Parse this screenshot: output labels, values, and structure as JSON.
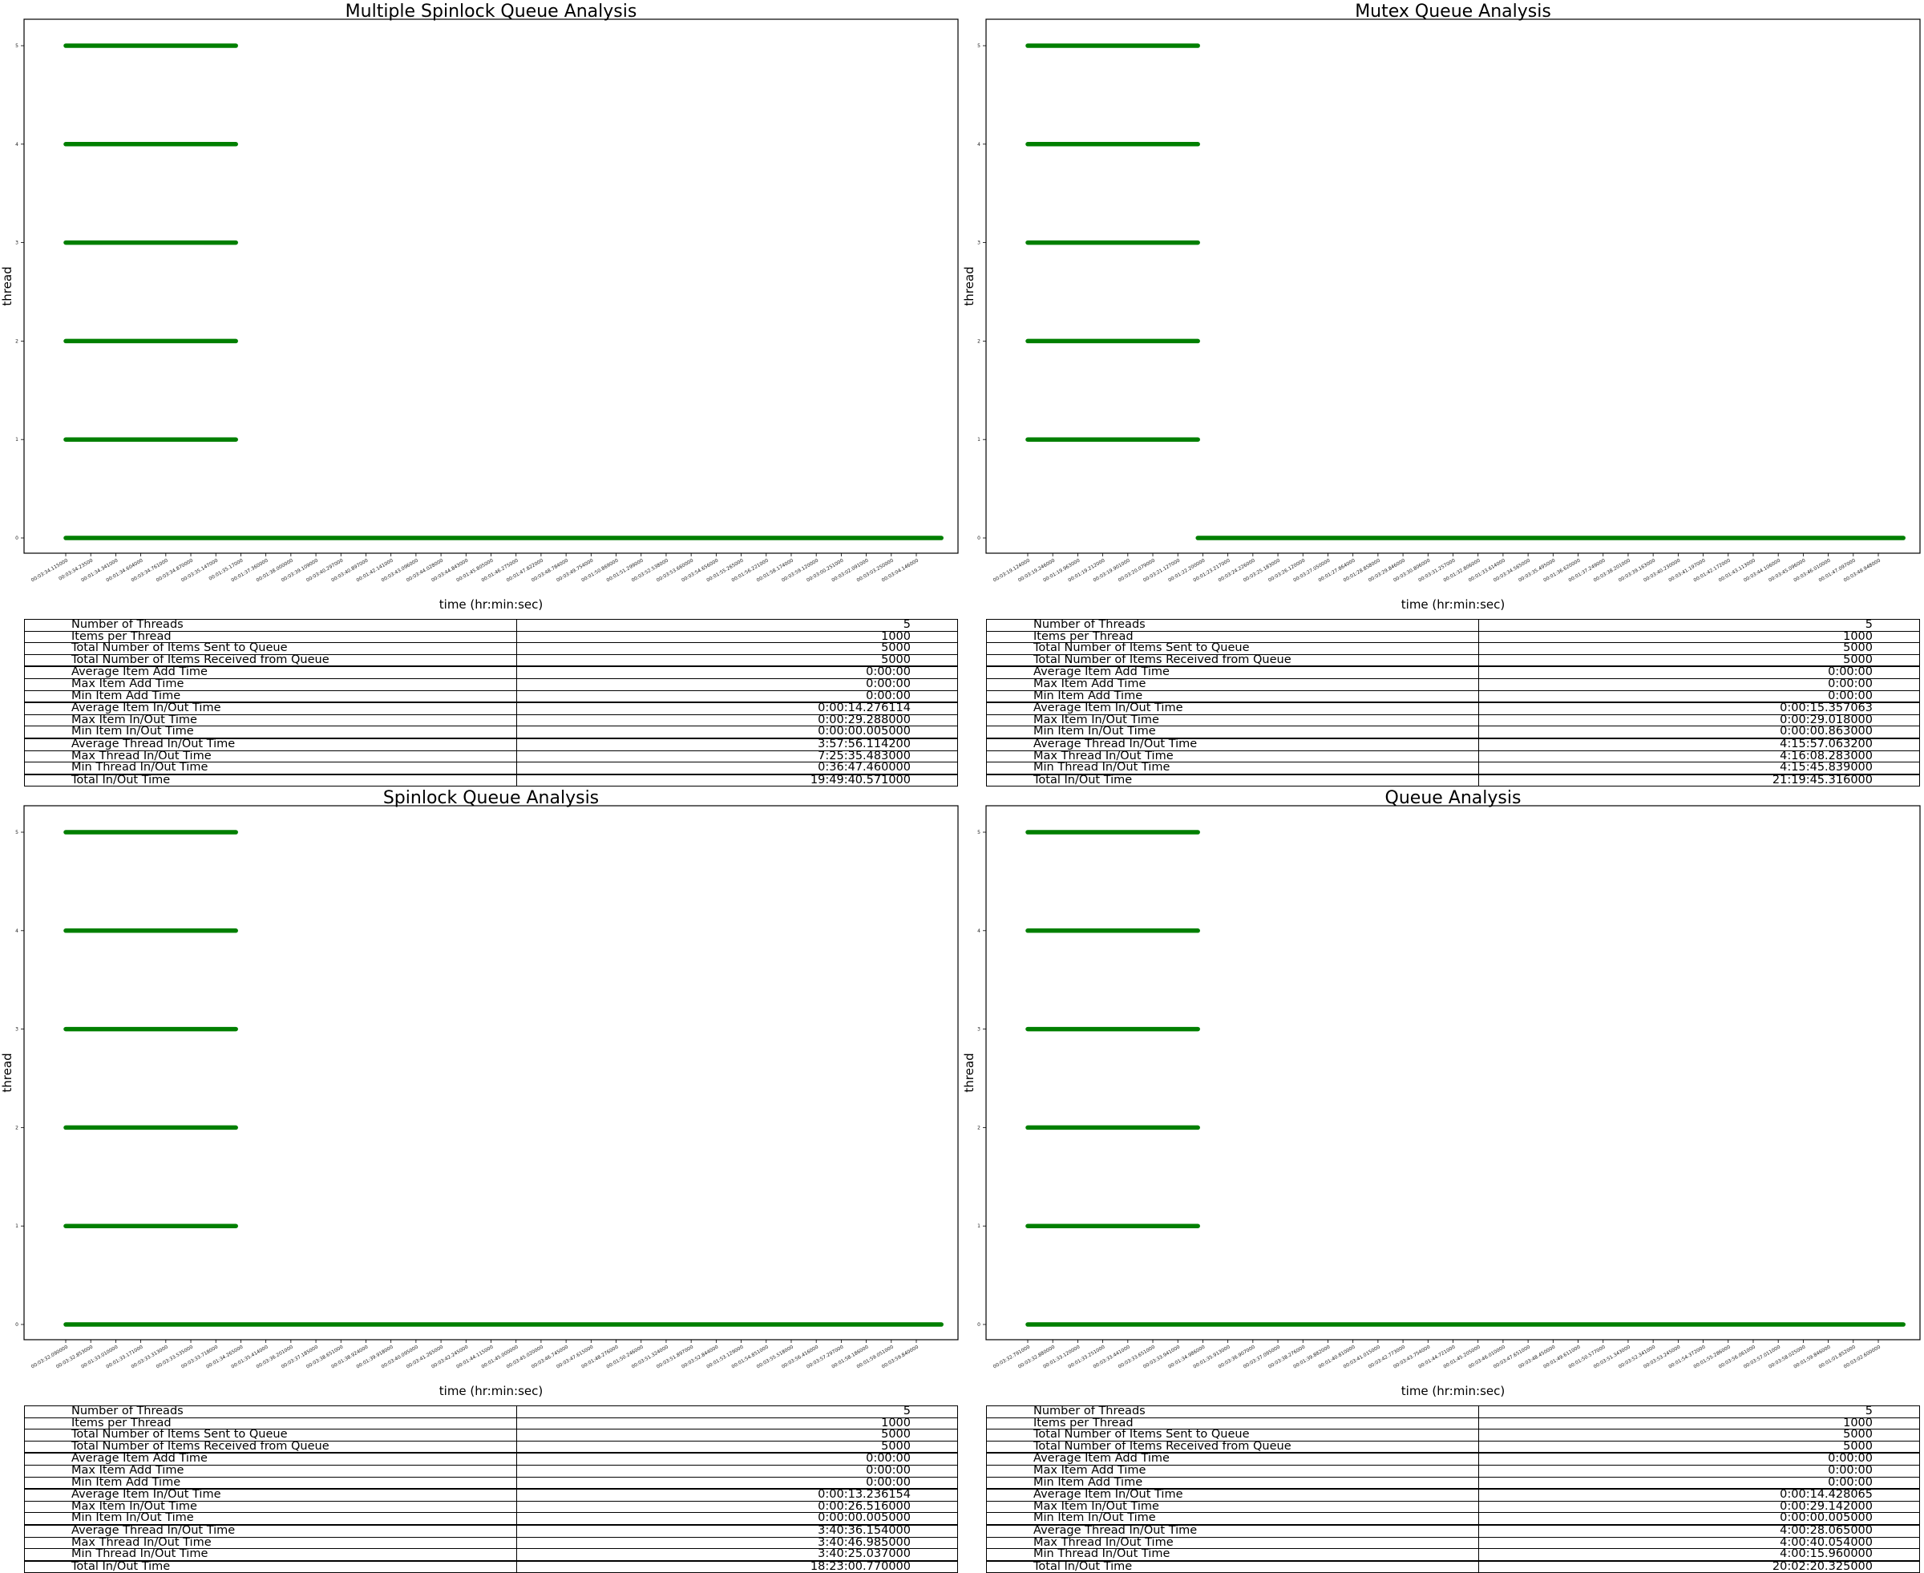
{
  "colors": {
    "series": "#007f00",
    "axis": "#000000",
    "background": "#ffffff"
  },
  "chart_data": [
    {
      "type": "line",
      "title": "Multiple Spinlock Queue Analysis",
      "xlabel": "time (hr:min:sec)",
      "ylabel": "thread",
      "x_ticks": [
        "00:03:34.115000",
        "00:03:34.23500",
        "00:01:34.341000",
        "00:01:34.604000",
        "00:03:34.761000",
        "00:03:34.870000",
        "00:03:35.147000",
        "00:01:35.17000",
        "00:01:37.360000",
        "00:01:38.000000",
        "00:03:39.109000",
        "00:03:40.297000",
        "00:03:40.897000",
        "00:01:42.141000",
        "00:03:43.096000",
        "00:03:44.028000",
        "00:03:44.843000",
        "00:01:45.805000",
        "00:01:46.275000",
        "00:01:47.822000",
        "00:03:48.784000",
        "00:03:49.754000",
        "00:01:50.869000",
        "00:01:51.299000",
        "00:03:52.538000",
        "00:03:53.660000",
        "00:03:54.656000",
        "00:01:55.265000",
        "00:01:56.221000",
        "00:01:58.174000",
        "00:03:59.120000",
        "00:03:00.251000",
        "00:03:02.091000",
        "00:03:03.250000",
        "00:03:04.146000"
      ],
      "y_ticks": [
        "0",
        "1",
        "2",
        "3",
        "4",
        "5"
      ],
      "ylim": [
        0,
        5
      ],
      "series": [
        {
          "thread": 5,
          "x_start": 0.0,
          "x_end": 6.8
        },
        {
          "thread": 4,
          "x_start": 0.0,
          "x_end": 6.8
        },
        {
          "thread": 3,
          "x_start": 0.0,
          "x_end": 6.8
        },
        {
          "thread": 2,
          "x_start": 0.0,
          "x_end": 6.8
        },
        {
          "thread": 1,
          "x_start": 0.0,
          "x_end": 6.8
        },
        {
          "thread": 0,
          "x_start": 0.0,
          "x_end": 35.0
        }
      ],
      "table": [
        [
          "Number of Threads",
          "5"
        ],
        [
          "Items per Thread",
          "1000"
        ],
        [
          "Total Number of Items Sent to Queue",
          "5000"
        ],
        [
          "Total Number of Items Received from Queue",
          "5000"
        ],
        [
          "Average Item Add Time",
          "0:00:00"
        ],
        [
          "Max Item Add Time",
          "0:00:00"
        ],
        [
          "Min Item Add Time",
          "0:00:00"
        ],
        [
          "Average Item In/Out Time",
          "0:00:14.276114"
        ],
        [
          "Max Item In/Out Time",
          "0:00:29.288000"
        ],
        [
          "Min Item In/Out Time",
          "0:00:00.005000"
        ],
        [
          "Average Thread In/Out Time",
          "3:57:56.114200"
        ],
        [
          "Max Thread In/Out Time",
          "7:25:35.483000"
        ],
        [
          "Min Thread In/Out Time",
          "0:36:47.460000"
        ],
        [
          "Total In/Out Time",
          "19:49:40.571000"
        ]
      ]
    },
    {
      "type": "line",
      "title": "Mutex Queue Analysis",
      "xlabel": "time (hr:min:sec)",
      "ylabel": "thread",
      "x_ticks": [
        "00:03:19.124000",
        "00:03:19.246000",
        "00:01:19.963000",
        "00:01:19.212000",
        "00:03:19.901000",
        "00:03:20.079000",
        "00:03:21.127000",
        "00:01:22.200000",
        "00:01:23.217000",
        "00:03:24.226000",
        "00:03:25.183000",
        "00:03:26.120000",
        "00:03:27.050000",
        "00:01:27.864000",
        "00:01:28.858000",
        "00:03:29.846000",
        "00:03:30.806000",
        "00:03:31.257000",
        "00:01:32.806000",
        "00:01:33.614000",
        "00:03:34.565000",
        "00:03:35.495000",
        "00:01:36.620000",
        "00:01:37.249000",
        "00:03:38.201000",
        "00:03:39.163000",
        "00:03:40.230000",
        "00:03:41.197000",
        "00:01:42.172000",
        "00:01:43.113000",
        "00:03:44.106000",
        "00:03:45.096000",
        "00:03:46.010000",
        "00:01:47.097000",
        "00:03:48.948000"
      ],
      "y_ticks": [
        "0",
        "1",
        "2",
        "3",
        "4",
        "5"
      ],
      "ylim": [
        0,
        5
      ],
      "series": [
        {
          "thread": 5,
          "x_start": 0.0,
          "x_end": 6.8
        },
        {
          "thread": 4,
          "x_start": 0.0,
          "x_end": 6.8
        },
        {
          "thread": 3,
          "x_start": 0.0,
          "x_end": 6.8
        },
        {
          "thread": 2,
          "x_start": 0.0,
          "x_end": 6.8
        },
        {
          "thread": 1,
          "x_start": 0.0,
          "x_end": 6.8
        },
        {
          "thread": 0,
          "x_start": 6.8,
          "x_end": 35.0
        }
      ],
      "table": [
        [
          "Number of Threads",
          "5"
        ],
        [
          "Items per Thread",
          "1000"
        ],
        [
          "Total Number of Items Sent to Queue",
          "5000"
        ],
        [
          "Total Number of Items Received from Queue",
          "5000"
        ],
        [
          "Average Item Add Time",
          "0:00:00"
        ],
        [
          "Max Item Add Time",
          "0:00:00"
        ],
        [
          "Min Item Add Time",
          "0:00:00"
        ],
        [
          "Average Item In/Out Time",
          "0:00:15.357063"
        ],
        [
          "Max Item In/Out Time",
          "0:00:29.018000"
        ],
        [
          "Min Item In/Out Time",
          "0:00:00.863000"
        ],
        [
          "Average Thread In/Out Time",
          "4:15:57.063200"
        ],
        [
          "Max Thread In/Out Time",
          "4:16:08.283000"
        ],
        [
          "Min Thread In/Out Time",
          "4:15:45.839000"
        ],
        [
          "Total In/Out Time",
          "21:19:45.316000"
        ]
      ]
    },
    {
      "type": "line",
      "title": "Spinlock Queue Analysis",
      "xlabel": "time (hr:min:sec)",
      "ylabel": "thread",
      "x_ticks": [
        "00:03:32.090000",
        "00:03:32.853000",
        "00:01:33.010000",
        "00:01:33.171000",
        "00:03:33.313000",
        "00:03:33.535000",
        "00:03:33.718000",
        "00:01:34.265000",
        "00:01:35.414000",
        "00:03:36.201000",
        "00:03:37.185000",
        "00:03:38.651000",
        "00:01:38.924000",
        "00:01:39.918000",
        "00:03:40.095000",
        "00:03:41.265000",
        "00:03:42.245000",
        "00:01:44.115000",
        "00:01:45.000000",
        "00:03:45.020000",
        "00:03:46.745000",
        "00:03:47.615000",
        "00:01:48.276000",
        "00:01:50.246000",
        "00:03:51.324000",
        "00:03:51.897000",
        "00:03:52.844000",
        "00:01:53.129000",
        "00:01:54.851000",
        "00:03:55.518000",
        "00:03:56.416000",
        "00:03:57.297000",
        "00:01:58.186000",
        "00:01:59.051000",
        "00:03:59.840000"
      ],
      "y_ticks": [
        "0",
        "1",
        "2",
        "3",
        "4",
        "5"
      ],
      "ylim": [
        0,
        5
      ],
      "series": [
        {
          "thread": 5,
          "x_start": 0.0,
          "x_end": 6.8
        },
        {
          "thread": 4,
          "x_start": 0.0,
          "x_end": 6.8
        },
        {
          "thread": 3,
          "x_start": 0.0,
          "x_end": 6.8
        },
        {
          "thread": 2,
          "x_start": 0.0,
          "x_end": 6.8
        },
        {
          "thread": 1,
          "x_start": 0.0,
          "x_end": 6.8
        },
        {
          "thread": 0,
          "x_start": 0.0,
          "x_end": 35.0
        }
      ],
      "table": [
        [
          "Number of Threads",
          "5"
        ],
        [
          "Items per Thread",
          "1000"
        ],
        [
          "Total Number of Items Sent to Queue",
          "5000"
        ],
        [
          "Total Number of Items Received from Queue",
          "5000"
        ],
        [
          "Average Item Add Time",
          "0:00:00"
        ],
        [
          "Max Item Add Time",
          "0:00:00"
        ],
        [
          "Min Item Add Time",
          "0:00:00"
        ],
        [
          "Average Item In/Out Time",
          "0:00:13.236154"
        ],
        [
          "Max Item In/Out Time",
          "0:00:26.516000"
        ],
        [
          "Min Item In/Out Time",
          "0:00:00.005000"
        ],
        [
          "Average Thread In/Out Time",
          "3:40:36.154000"
        ],
        [
          "Max Thread In/Out Time",
          "3:40:46.985000"
        ],
        [
          "Min Thread In/Out Time",
          "3:40:25.037000"
        ],
        [
          "Total In/Out Time",
          "18:23:00.770000"
        ]
      ]
    },
    {
      "type": "line",
      "title": "Queue Analysis",
      "xlabel": "time (hr:min:sec)",
      "ylabel": "thread",
      "x_ticks": [
        "00:03:32.791000",
        "00:03:32.880000",
        "00:01:33.120000",
        "00:01:33.251000",
        "00:03:33.441000",
        "00:03:33.651000",
        "00:03:33.941000",
        "00:01:34.986000",
        "00:01:35.913000",
        "00:03:36.907000",
        "00:03:37.095000",
        "00:03:38.276000",
        "00:01:39.882000",
        "00:01:40.810000",
        "00:03:41.015000",
        "00:03:42.773000",
        "00:03:43.754000",
        "00:01:44.721000",
        "00:01:45.205000",
        "00:03:46.010000",
        "00:03:47.651000",
        "00:03:48.450000",
        "00:01:49.611000",
        "00:01:50.577000",
        "00:03:51.343000",
        "00:03:52.341000",
        "00:03:53.245000",
        "00:01:54.372000",
        "00:01:55.286000",
        "00:03:56.061000",
        "00:03:57.011000",
        "00:03:58.025000",
        "00:01:59.846000",
        "00:01:01.852000",
        "00:03:02.600000"
      ],
      "y_ticks": [
        "0",
        "1",
        "2",
        "3",
        "4",
        "5"
      ],
      "ylim": [
        0,
        5
      ],
      "series": [
        {
          "thread": 5,
          "x_start": 0.0,
          "x_end": 6.8
        },
        {
          "thread": 4,
          "x_start": 0.0,
          "x_end": 6.8
        },
        {
          "thread": 3,
          "x_start": 0.0,
          "x_end": 6.8
        },
        {
          "thread": 2,
          "x_start": 0.0,
          "x_end": 6.8
        },
        {
          "thread": 1,
          "x_start": 0.0,
          "x_end": 6.8
        },
        {
          "thread": 0,
          "x_start": 0.0,
          "x_end": 35.0
        }
      ],
      "table": [
        [
          "Number of Threads",
          "5"
        ],
        [
          "Items per Thread",
          "1000"
        ],
        [
          "Total Number of Items Sent to Queue",
          "5000"
        ],
        [
          "Total Number of Items Received from Queue",
          "5000"
        ],
        [
          "Average Item Add Time",
          "0:00:00"
        ],
        [
          "Max Item Add Time",
          "0:00:00"
        ],
        [
          "Min Item Add Time",
          "0:00:00"
        ],
        [
          "Average Item In/Out Time",
          "0:00:14.428065"
        ],
        [
          "Max Item In/Out Time",
          "0:00:29.142000"
        ],
        [
          "Min Item In/Out Time",
          "0:00:00.005000"
        ],
        [
          "Average Thread In/Out Time",
          "4:00:28.065000"
        ],
        [
          "Max Thread In/Out Time",
          "4:00:40.054000"
        ],
        [
          "Min Thread In/Out Time",
          "4:00:15.960000"
        ],
        [
          "Total In/Out Time",
          "20:02:20.325000"
        ]
      ]
    }
  ]
}
